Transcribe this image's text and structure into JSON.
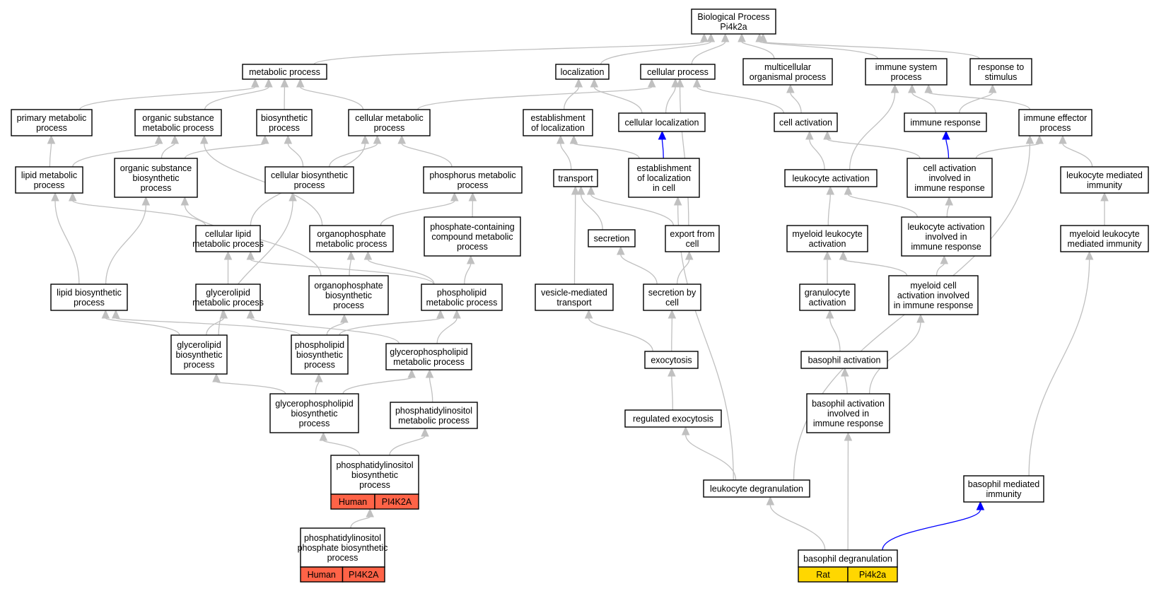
{
  "colors": {
    "node_border": "#000000",
    "edge_default": "#c0c0c0",
    "edge_highlight": "#0000ff",
    "human_annotation": "#ff6347",
    "rat_annotation": "#ffd700"
  },
  "nodes": [
    {
      "id": "bp",
      "lines": [
        "Biological Process",
        "Pi4k2a"
      ]
    },
    {
      "id": "metab",
      "lines": [
        "metabolic process"
      ]
    },
    {
      "id": "local",
      "lines": [
        "localization"
      ]
    },
    {
      "id": "cellproc",
      "lines": [
        "cellular process"
      ]
    },
    {
      "id": "multi",
      "lines": [
        "multicellular",
        "organismal process"
      ]
    },
    {
      "id": "immsys",
      "lines": [
        "immune system",
        "process"
      ]
    },
    {
      "id": "resp",
      "lines": [
        "response to",
        "stimulus"
      ]
    },
    {
      "id": "primmet",
      "lines": [
        "primary metabolic",
        "process"
      ]
    },
    {
      "id": "orgsub",
      "lines": [
        "organic substance",
        "metabolic process"
      ]
    },
    {
      "id": "biosyn",
      "lines": [
        "biosynthetic",
        "process"
      ]
    },
    {
      "id": "cellmet",
      "lines": [
        "cellular metabolic",
        "process"
      ]
    },
    {
      "id": "estloc",
      "lines": [
        "establishment",
        "of localization"
      ]
    },
    {
      "id": "cellloc",
      "lines": [
        "cellular localization"
      ]
    },
    {
      "id": "cellact",
      "lines": [
        "cell activation"
      ]
    },
    {
      "id": "immresp",
      "lines": [
        "immune response"
      ]
    },
    {
      "id": "immeff",
      "lines": [
        "immune effector",
        "process"
      ]
    },
    {
      "id": "lipmet",
      "lines": [
        "lipid metabolic",
        "process"
      ]
    },
    {
      "id": "orgsubbio",
      "lines": [
        "organic substance",
        "biosynthetic",
        "process"
      ]
    },
    {
      "id": "cellbio",
      "lines": [
        "cellular biosynthetic",
        "process"
      ]
    },
    {
      "id": "phosmet",
      "lines": [
        "phosphorus metabolic",
        "process"
      ]
    },
    {
      "id": "transport",
      "lines": [
        "transport"
      ]
    },
    {
      "id": "estlocc",
      "lines": [
        "establishment",
        "of localization",
        "in cell"
      ]
    },
    {
      "id": "leukact",
      "lines": [
        "leukocyte activation"
      ]
    },
    {
      "id": "cellactimm",
      "lines": [
        "cell activation",
        "involved in",
        "immune response"
      ]
    },
    {
      "id": "leukmed",
      "lines": [
        "leukocyte mediated",
        "immunity"
      ]
    },
    {
      "id": "celllip",
      "lines": [
        "cellular lipid",
        "metabolic process"
      ]
    },
    {
      "id": "orgphmet",
      "lines": [
        "organophosphate",
        "metabolic process"
      ]
    },
    {
      "id": "phcont",
      "lines": [
        "phosphate-containing",
        "compound metabolic",
        "process"
      ]
    },
    {
      "id": "secretion",
      "lines": [
        "secretion"
      ]
    },
    {
      "id": "export",
      "lines": [
        "export from",
        "cell"
      ]
    },
    {
      "id": "myelact",
      "lines": [
        "myeloid leukocyte",
        "activation"
      ]
    },
    {
      "id": "leukactimm",
      "lines": [
        "leukocyte activation",
        "involved in",
        "immune response"
      ]
    },
    {
      "id": "myelmed",
      "lines": [
        "myeloid leukocyte",
        "mediated immunity"
      ]
    },
    {
      "id": "lipbio",
      "lines": [
        "lipid biosynthetic",
        "process"
      ]
    },
    {
      "id": "glymet",
      "lines": [
        "glycerolipid",
        "metabolic process"
      ]
    },
    {
      "id": "orgphbio",
      "lines": [
        "organophosphate",
        "biosynthetic",
        "process"
      ]
    },
    {
      "id": "phlipmet",
      "lines": [
        "phospholipid",
        "metabolic process"
      ]
    },
    {
      "id": "vesicle",
      "lines": [
        "vesicle-mediated",
        "transport"
      ]
    },
    {
      "id": "secbycell",
      "lines": [
        "secretion by",
        "cell"
      ]
    },
    {
      "id": "granact",
      "lines": [
        "granulocyte",
        "activation"
      ]
    },
    {
      "id": "myelcellact",
      "lines": [
        "myeloid cell",
        "activation involved",
        "in immune response"
      ]
    },
    {
      "id": "glybio",
      "lines": [
        "glycerolipid",
        "biosynthetic",
        "process"
      ]
    },
    {
      "id": "phlipbio",
      "lines": [
        "phospholipid",
        "biosynthetic",
        "process"
      ]
    },
    {
      "id": "gpmet",
      "lines": [
        "glycerophospholipid",
        "metabolic process"
      ]
    },
    {
      "id": "exocytosis",
      "lines": [
        "exocytosis"
      ]
    },
    {
      "id": "basoact",
      "lines": [
        "basophil activation"
      ]
    },
    {
      "id": "gpbio",
      "lines": [
        "glycerophospholipid",
        "biosynthetic",
        "process"
      ]
    },
    {
      "id": "pimet",
      "lines": [
        "phosphatidylinositol",
        "metabolic process"
      ]
    },
    {
      "id": "regexo",
      "lines": [
        "regulated exocytosis"
      ]
    },
    {
      "id": "basoactimm",
      "lines": [
        "basophil activation",
        "involved in",
        "immune response"
      ]
    },
    {
      "id": "pibio",
      "lines": [
        "phosphatidylinositol",
        "biosynthetic",
        "process"
      ],
      "annot": [
        "Human",
        "PI4K2A"
      ],
      "annot_color": "#ff6347"
    },
    {
      "id": "leukdegr",
      "lines": [
        "leukocyte degranulation"
      ]
    },
    {
      "id": "basomed",
      "lines": [
        "basophil mediated",
        "immunity"
      ]
    },
    {
      "id": "pipbio",
      "lines": [
        "phosphatidylinositol",
        "phosphate biosynthetic",
        "process"
      ],
      "annot": [
        "Human",
        "PI4K2A"
      ],
      "annot_color": "#ff6347"
    },
    {
      "id": "basodegr",
      "lines": [
        "basophil degranulation"
      ],
      "annot": [
        "Rat",
        "Pi4k2a"
      ],
      "annot_color": "#ffd700"
    }
  ],
  "edges": [
    {
      "from": "metab",
      "to": "bp"
    },
    {
      "from": "local",
      "to": "bp"
    },
    {
      "from": "cellproc",
      "to": "bp"
    },
    {
      "from": "multi",
      "to": "bp"
    },
    {
      "from": "immsys",
      "to": "bp"
    },
    {
      "from": "resp",
      "to": "bp"
    },
    {
      "from": "primmet",
      "to": "metab"
    },
    {
      "from": "orgsub",
      "to": "metab"
    },
    {
      "from": "biosyn",
      "to": "metab"
    },
    {
      "from": "cellmet",
      "to": "metab"
    },
    {
      "from": "cellmet",
      "to": "cellproc"
    },
    {
      "from": "estloc",
      "to": "local"
    },
    {
      "from": "cellloc",
      "to": "local"
    },
    {
      "from": "cellloc",
      "to": "cellproc"
    },
    {
      "from": "cellact",
      "to": "cellproc"
    },
    {
      "from": "cellact",
      "to": "multi"
    },
    {
      "from": "immresp",
      "to": "immsys"
    },
    {
      "from": "immresp",
      "to": "resp"
    },
    {
      "from": "immeff",
      "to": "immsys"
    },
    {
      "from": "lipmet",
      "to": "primmet"
    },
    {
      "from": "lipmet",
      "to": "orgsub"
    },
    {
      "from": "orgsubbio",
      "to": "orgsub"
    },
    {
      "from": "orgsubbio",
      "to": "biosyn"
    },
    {
      "from": "cellbio",
      "to": "biosyn"
    },
    {
      "from": "cellbio",
      "to": "cellmet"
    },
    {
      "from": "phosmet",
      "to": "cellmet"
    },
    {
      "from": "transport",
      "to": "estloc"
    },
    {
      "from": "estlocc",
      "to": "estloc"
    },
    {
      "from": "estlocc",
      "to": "cellloc",
      "color": "blue"
    },
    {
      "from": "leukact",
      "to": "cellact"
    },
    {
      "from": "leukact",
      "to": "immsys"
    },
    {
      "from": "cellactimm",
      "to": "cellact"
    },
    {
      "from": "cellactimm",
      "to": "immresp",
      "color": "blue"
    },
    {
      "from": "cellactimm",
      "to": "immeff"
    },
    {
      "from": "leukmed",
      "to": "immeff"
    },
    {
      "from": "celllip",
      "to": "lipmet"
    },
    {
      "from": "celllip",
      "to": "cellmet"
    },
    {
      "from": "orgphmet",
      "to": "phosmet"
    },
    {
      "from": "orgphmet",
      "to": "orgsub"
    },
    {
      "from": "phcont",
      "to": "phosmet"
    },
    {
      "from": "secretion",
      "to": "transport"
    },
    {
      "from": "export",
      "to": "transport"
    },
    {
      "from": "export",
      "to": "cellproc"
    },
    {
      "from": "myelact",
      "to": "leukact"
    },
    {
      "from": "leukactimm",
      "to": "leukact"
    },
    {
      "from": "leukactimm",
      "to": "cellactimm"
    },
    {
      "from": "myelmed",
      "to": "leukmed"
    },
    {
      "from": "lipbio",
      "to": "lipmet"
    },
    {
      "from": "lipbio",
      "to": "orgsubbio"
    },
    {
      "from": "glymet",
      "to": "celllip"
    },
    {
      "from": "orgphbio",
      "to": "orgphmet"
    },
    {
      "from": "orgphbio",
      "to": "orgsubbio"
    },
    {
      "from": "phlipmet",
      "to": "celllip"
    },
    {
      "from": "phlipmet",
      "to": "orgphmet"
    },
    {
      "from": "phlipmet",
      "to": "phcont"
    },
    {
      "from": "vesicle",
      "to": "transport"
    },
    {
      "from": "secbycell",
      "to": "secretion"
    },
    {
      "from": "secbycell",
      "to": "export"
    },
    {
      "from": "granact",
      "to": "myelact"
    },
    {
      "from": "myelcellact",
      "to": "myelact"
    },
    {
      "from": "myelcellact",
      "to": "leukactimm"
    },
    {
      "from": "glybio",
      "to": "lipbio"
    },
    {
      "from": "glybio",
      "to": "glymet"
    },
    {
      "from": "glybio",
      "to": "cellbio"
    },
    {
      "from": "phlipbio",
      "to": "lipbio"
    },
    {
      "from": "phlipbio",
      "to": "orgphbio"
    },
    {
      "from": "phlipbio",
      "to": "phlipmet"
    },
    {
      "from": "gpmet",
      "to": "glymet"
    },
    {
      "from": "gpmet",
      "to": "phlipmet"
    },
    {
      "from": "exocytosis",
      "to": "vesicle"
    },
    {
      "from": "exocytosis",
      "to": "secbycell"
    },
    {
      "from": "basoact",
      "to": "granact"
    },
    {
      "from": "gpbio",
      "to": "glybio"
    },
    {
      "from": "gpbio",
      "to": "phlipbio"
    },
    {
      "from": "gpbio",
      "to": "gpmet"
    },
    {
      "from": "pimet",
      "to": "gpmet"
    },
    {
      "from": "regexo",
      "to": "exocytosis"
    },
    {
      "from": "basoactimm",
      "to": "basoact"
    },
    {
      "from": "basoactimm",
      "to": "myelcellact"
    },
    {
      "from": "pibio",
      "to": "gpbio"
    },
    {
      "from": "pibio",
      "to": "pimet"
    },
    {
      "from": "leukdegr",
      "to": "regexo"
    },
    {
      "from": "leukdegr",
      "to": "estlocc"
    },
    {
      "from": "leukdegr",
      "to": "immeff"
    },
    {
      "from": "basomed",
      "to": "myelmed"
    },
    {
      "from": "pipbio",
      "to": "pibio"
    },
    {
      "from": "basodegr",
      "to": "leukdegr"
    },
    {
      "from": "basodegr",
      "to": "basoactimm"
    },
    {
      "from": "basodegr",
      "to": "basomed",
      "color": "blue"
    }
  ]
}
